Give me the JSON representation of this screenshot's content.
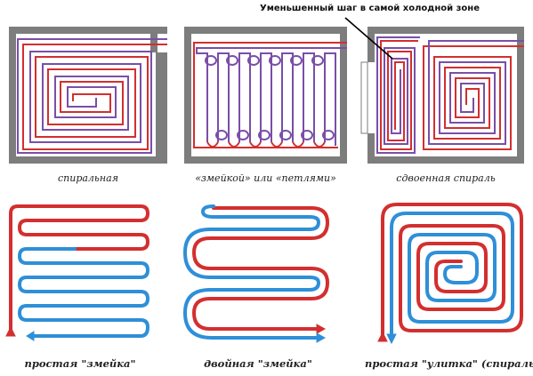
{
  "annotation": {
    "text": "Уменьшенный шаг в самой холодной зоне"
  },
  "top_row": {
    "spiral": {
      "caption": "спиральная"
    },
    "loops": {
      "caption": "«змейкой» или «петлями»"
    },
    "double_spiral": {
      "caption": "сдвоенная спираль"
    }
  },
  "bottom_row": {
    "simple_snake": {
      "caption": "простая \"змейка\""
    },
    "double_snake": {
      "caption": "двойная \"змейка\""
    },
    "simple_snail": {
      "caption": "простая \"улитка\" (спираль)"
    }
  },
  "colors": {
    "supply": "#d32f2f",
    "return": "#2f8fd8",
    "room_wall": "#7d7d7d",
    "purple": "#7a4ea8",
    "annotation_line": "#000000"
  }
}
